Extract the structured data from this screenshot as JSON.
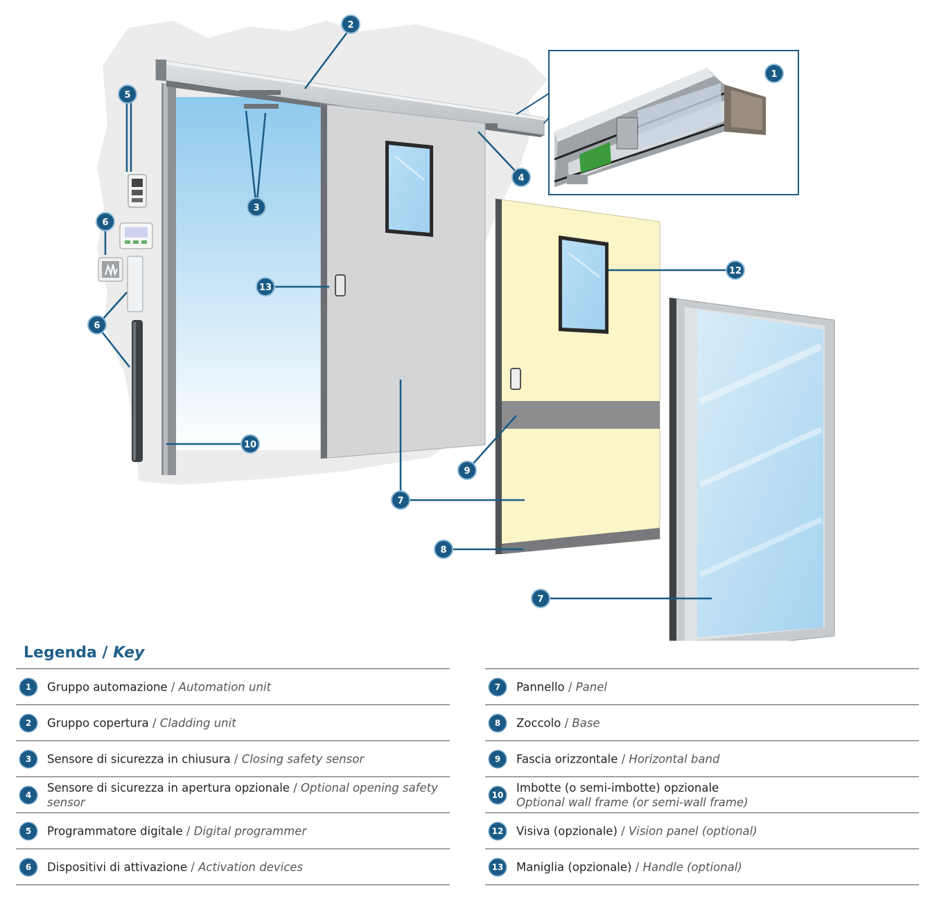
{
  "callouts": {
    "c1": "1",
    "c2": "2",
    "c3": "3",
    "c4": "4",
    "c5": "5",
    "c6a": "6",
    "c6b": "6",
    "c7a": "7",
    "c7b": "7",
    "c8": "8",
    "c9": "9",
    "c10": "10",
    "c12": "12",
    "c13": "13"
  },
  "legend": {
    "title_it": "Legenda",
    "title_sep": "/",
    "title_en": "Key",
    "left": [
      {
        "num": "1",
        "it": "Gruppo automazione",
        "sep": " / ",
        "en": "Automation unit"
      },
      {
        "num": "2",
        "it": "Gruppo copertura",
        "sep": " / ",
        "en": "Cladding unit"
      },
      {
        "num": "3",
        "it": "Sensore di sicurezza in chiusura",
        "sep": " / ",
        "en": "Closing safety sensor"
      },
      {
        "num": "4",
        "it": "Sensore di sicurezza in apertura opzionale",
        "sep": " / ",
        "en": "Optional opening safety sensor"
      },
      {
        "num": "5",
        "it": "Programmatore digitale",
        "sep": " / ",
        "en": "Digital programmer"
      },
      {
        "num": "6",
        "it": "Dispositivi di attivazione",
        "sep": " / ",
        "en": "Activation devices"
      }
    ],
    "right": [
      {
        "num": "7",
        "it": "Pannello",
        "sep": " / ",
        "en": "Panel"
      },
      {
        "num": "8",
        "it": "Zoccolo",
        "sep": " / ",
        "en": "Base"
      },
      {
        "num": "9",
        "it": "Fascia orizzontale",
        "sep": " / ",
        "en": "Horizontal band"
      },
      {
        "num": "10",
        "it": "Imbotte (o semi-imbotte) opzionale",
        "sep": "",
        "en": "Optional wall frame (or semi-wall frame)"
      },
      {
        "num": "12",
        "it": "Visiva (opzionale)",
        "sep": " / ",
        "en": "Vision panel (optional)"
      },
      {
        "num": "13",
        "it": "Maniglia (opzionale)",
        "sep": " / ",
        "en": "Handle (optional)"
      }
    ]
  },
  "colors": {
    "accent": "#1a5a85",
    "wall": "#ececec",
    "door_grey": "#d4d5d6",
    "panel_yellow": "#fbf5c8",
    "band_grey": "#8c8c8e",
    "glass_blue": "#a8d4f0"
  }
}
